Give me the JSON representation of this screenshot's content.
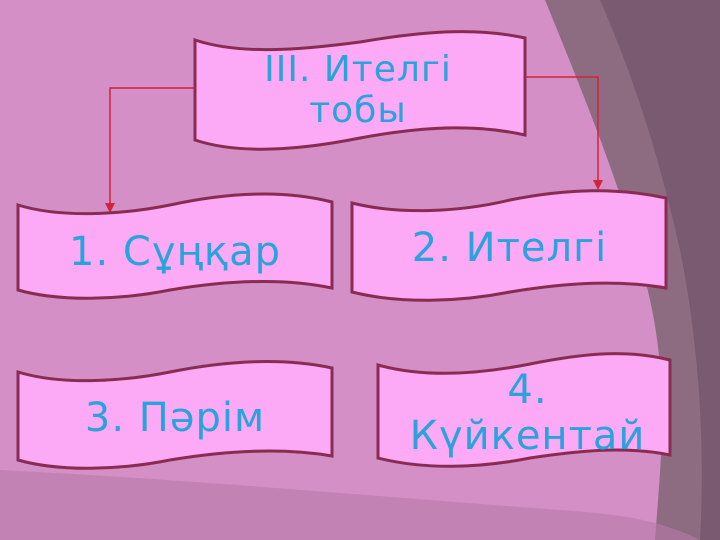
{
  "colors": {
    "slide_background": "#d38fc6",
    "dark_band": "#8d6c82",
    "box_fill": "#fcaaf5",
    "box_border": "#8a2c52",
    "text": "#2aa3dc",
    "connector": "#d4213c"
  },
  "diagram": {
    "root": {
      "label": "ІІІ. Ителгі тобы"
    },
    "items": [
      {
        "label": "1. Сұңқар"
      },
      {
        "label": "2. Ителгі"
      },
      {
        "label": "3. Пәрім"
      },
      {
        "label": "4. Күйкентай"
      }
    ]
  }
}
